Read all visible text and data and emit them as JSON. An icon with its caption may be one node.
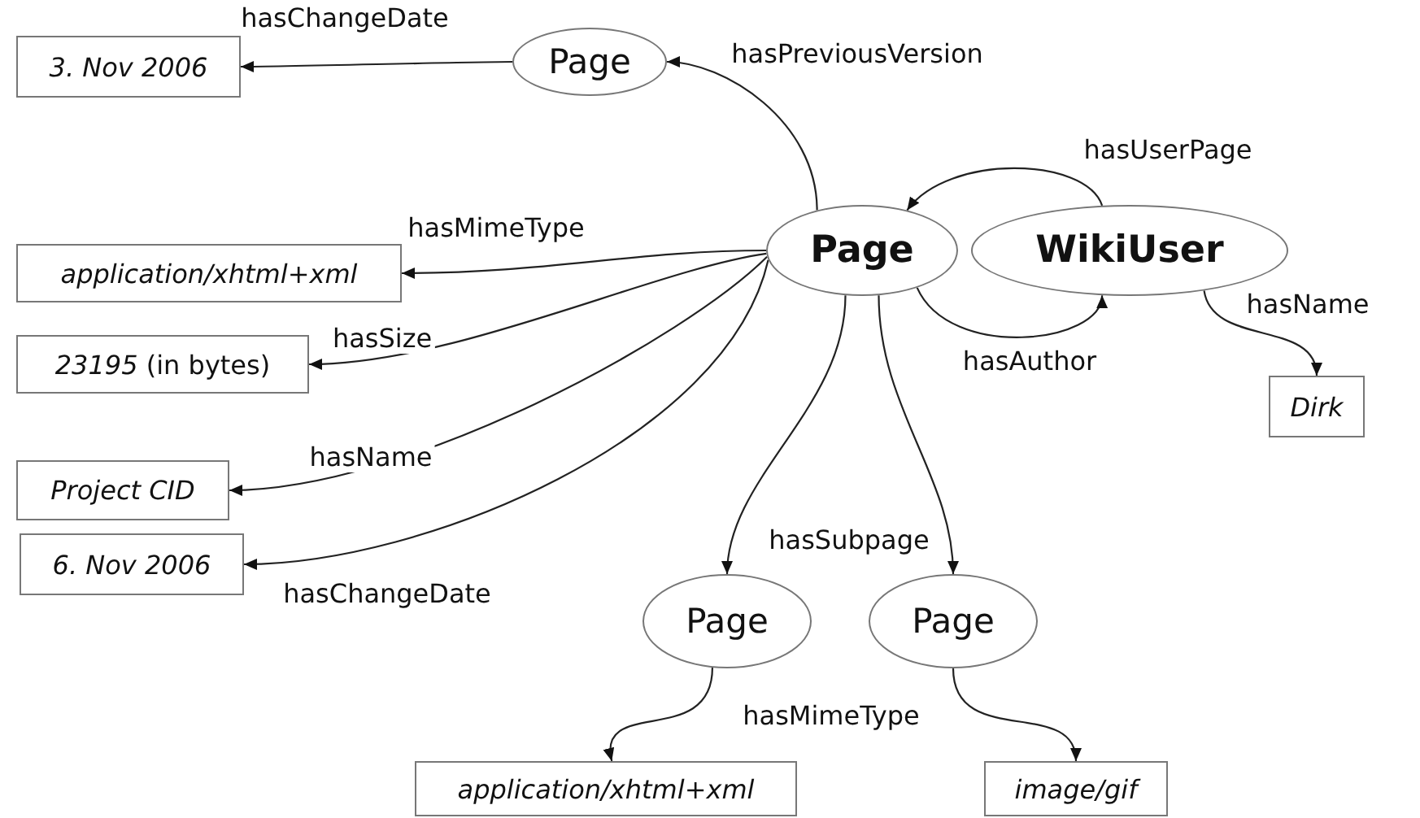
{
  "diagram": {
    "nodes": [
      {
        "text": [
          "Page"
        ]
      },
      {
        "text": [
          "3. Nov 2006"
        ]
      },
      {
        "text": [
          "Page"
        ]
      },
      {
        "text": [
          "WikiUser"
        ]
      },
      {
        "text": [
          "application/xhtml+xml"
        ]
      },
      {
        "text": [
          "*23195* (in bytes)"
        ]
      },
      {
        "text": [
          "Project CID"
        ]
      },
      {
        "text": [
          "6. Nov 2006"
        ]
      },
      {
        "text": [
          "Dirk"
        ]
      },
      {
        "text": [
          "Page"
        ]
      },
      {
        "text": [
          "Page"
        ]
      },
      {
        "text": [
          "application/xhtml+xml"
        ]
      },
      {
        "text": [
          "image/gif"
        ]
      }
    ],
    "edges": [
      {
        "from": 2,
        "to": 0,
        "arrow": "to",
        "label": "hasPreviousVersion"
      },
      {
        "from": 0,
        "to": 1,
        "arrow": "to",
        "label": "hasChangeDate"
      },
      {
        "from": 2,
        "to": 4,
        "arrow": "to",
        "label": "hasMimeType"
      },
      {
        "from": 2,
        "to": 5,
        "arrow": "to",
        "label": "hasSize"
      },
      {
        "from": 2,
        "to": 6,
        "arrow": "to",
        "label": "hasName"
      },
      {
        "from": 2,
        "to": 7,
        "arrow": "to",
        "label": "hasChangeDate"
      },
      {
        "from": 3,
        "to": 2,
        "arrow": "to",
        "label": "hasUserPage"
      },
      {
        "from": 2,
        "to": 3,
        "arrow": "to",
        "label": "hasAuthor"
      },
      {
        "from": 3,
        "to": 8,
        "arrow": "to",
        "label": "hasName"
      },
      {
        "from": 2,
        "to": 9,
        "arrow": "to",
        "label": "hasSubpage"
      },
      {
        "from": 2,
        "to": 10,
        "arrow": "to"
      },
      {
        "from": 9,
        "to": 11,
        "arrow": "to",
        "label": "hasMimeType"
      },
      {
        "from": 10,
        "to": 12,
        "arrow": "to"
      }
    ]
  }
}
